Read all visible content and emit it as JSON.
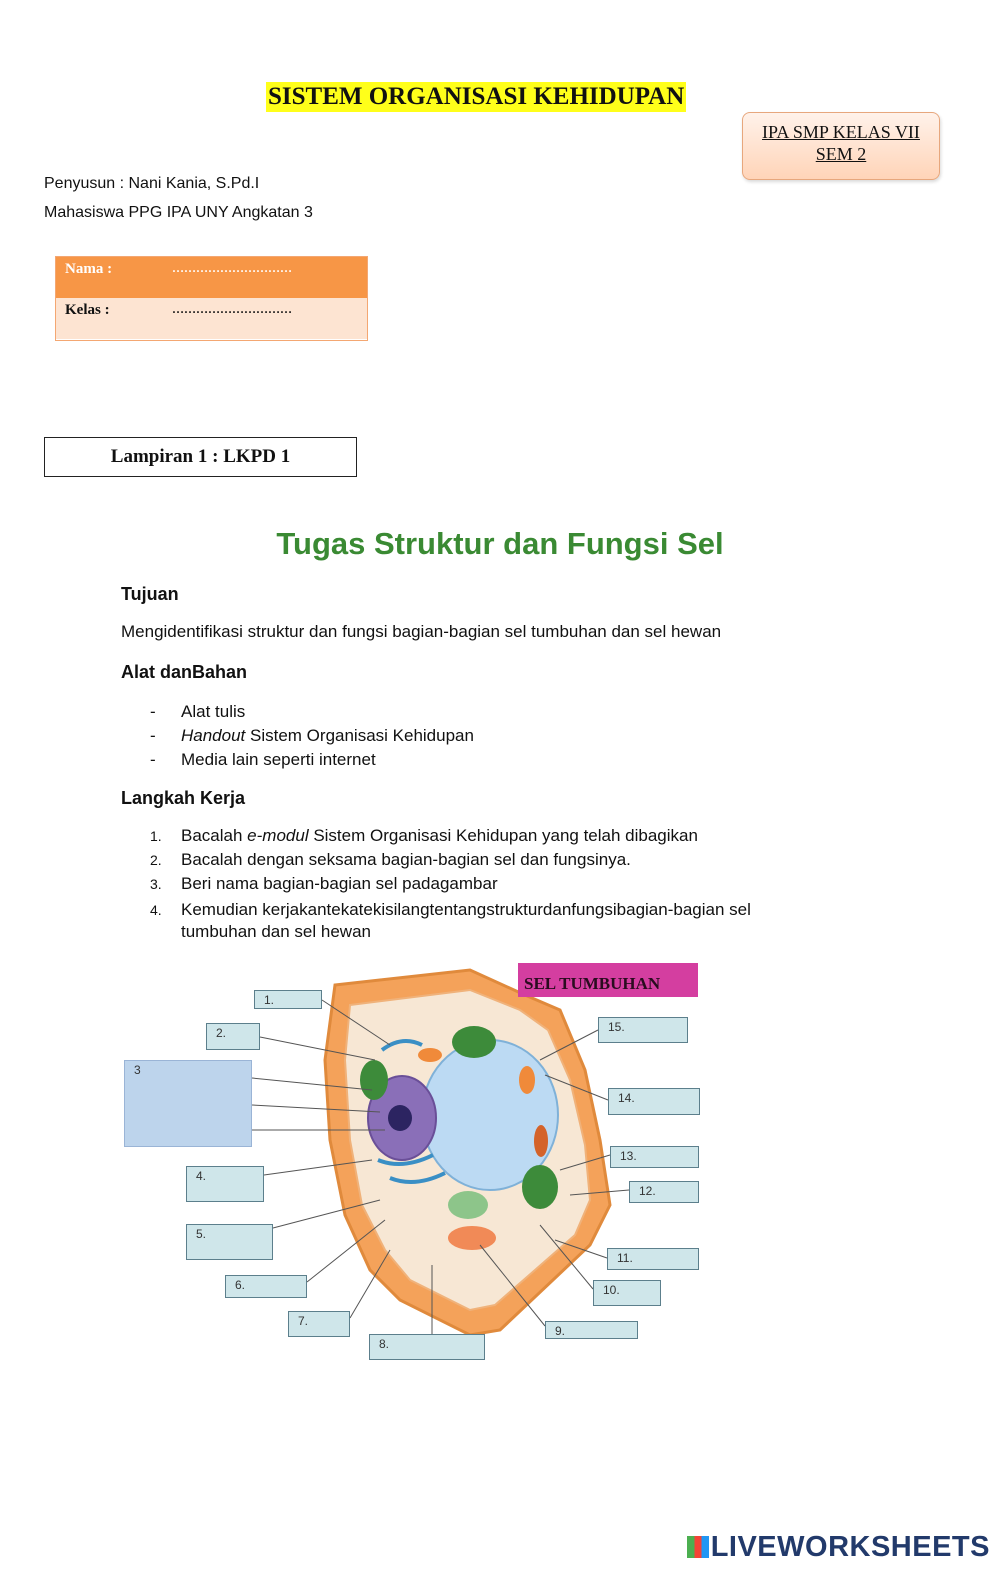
{
  "doc": {
    "title": "SISTEM ORGANISASI KEHIDUPAN",
    "class_box": {
      "line1": "IPA SMP KELAS VII",
      "line2": "SEM 2"
    },
    "author_line1": "Penyusun : Nani Kania, S.Pd.I",
    "author_line2": "Mahasiswa PPG IPA UNY Angkatan 3",
    "id_box": {
      "nama_label": "Nama  :",
      "nama_dots": "…………………………",
      "kelas_label": "Kelas  :",
      "kelas_dots": "…………………………"
    },
    "lampiran": "Lampiran 1 : LKPD 1",
    "task_heading": "Tugas Struktur dan Fungsi Sel",
    "tujuan_heading": "Tujuan",
    "tujuan_text": "Mengidentifikasi struktur dan fungsi bagian-bagian sel tumbuhan dan sel hewan",
    "alat_heading": "Alat danBahan",
    "alat_items": [
      {
        "marker": "-",
        "text": "Alat tulis"
      },
      {
        "marker": "-",
        "text": "Handout Sistem Organisasi Kehidupan",
        "italic_prefix": "Handout",
        "rest": " Sistem Organisasi Kehidupan"
      },
      {
        "marker": "-",
        "text": "Media lain seperti internet"
      }
    ],
    "langkah_heading": "Langkah Kerja",
    "langkah_items": [
      {
        "marker": "1.",
        "pre": "Bacalah ",
        "italic": "e-modul",
        "post": " Sistem Organisasi Kehidupan yang telah dibagikan"
      },
      {
        "marker": "2.",
        "pre": "Bacalah dengan seksama bagian-bagian sel dan fungsinya.",
        "italic": "",
        "post": ""
      },
      {
        "marker": "3.",
        "pre": "Beri nama bagian-bagian sel padagambar",
        "italic": "",
        "post": ""
      },
      {
        "marker": "4.",
        "pre": "Kemudian kerjakantekatekisilangtentangstrukturdanfungsibagian-bagian sel",
        "italic": "",
        "post": "",
        "line2": "tumbuhan dan sel hewan"
      }
    ],
    "diagram_title": "SEL TUMBUHAN",
    "diagram_labels": [
      "1.",
      "2.",
      "3",
      "4.",
      "5.",
      "6.",
      "7.",
      "8.",
      "9.",
      "10.",
      "11.",
      "12.",
      "13.",
      "14.",
      "15."
    ],
    "footer": "LIVEWORKSHEETS"
  }
}
